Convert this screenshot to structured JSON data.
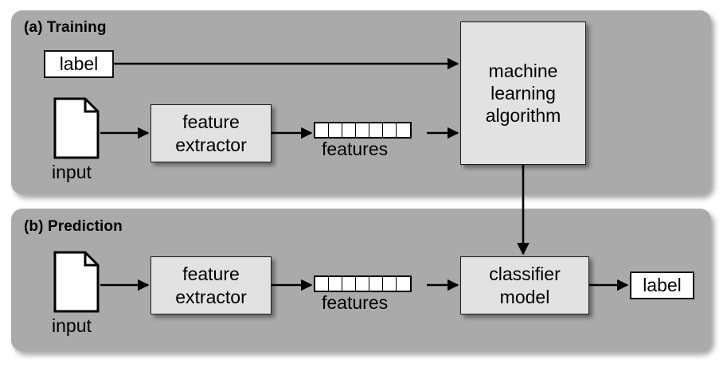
{
  "figure": {
    "type": "flow-diagram",
    "background_color": "#ffffff",
    "panel_color": "#aaaaaa",
    "box_color": "#e2e2e2",
    "chip_color": "#ffffff",
    "line_color": "#000000"
  },
  "panels": [
    {
      "id": "training",
      "title": "(a) Training",
      "nodes": {
        "label_chip": "label",
        "input_caption": "input",
        "feature_extractor": [
          "feature",
          "extractor"
        ],
        "features_caption": "features",
        "algorithm": [
          "machine",
          "learning",
          "algorithm"
        ]
      },
      "feature_vector": {
        "cells": 7,
        "values": [
          "",
          "",
          "",
          "",
          "",
          "",
          ""
        ]
      },
      "edges": [
        {
          "from": "label",
          "to": "machine learning algorithm"
        },
        {
          "from": "input",
          "to": "feature extractor"
        },
        {
          "from": "feature extractor",
          "to": "features"
        },
        {
          "from": "features",
          "to": "machine learning algorithm"
        }
      ]
    },
    {
      "id": "prediction",
      "title": "(b) Prediction",
      "nodes": {
        "input_caption": "input",
        "feature_extractor": [
          "feature",
          "extractor"
        ],
        "features_caption": "features",
        "classifier": [
          "classifier",
          "model"
        ],
        "label_chip": "label"
      },
      "feature_vector": {
        "cells": 7,
        "values": [
          "",
          "",
          "",
          "",
          "",
          "",
          ""
        ]
      },
      "edges": [
        {
          "from": "input",
          "to": "feature extractor"
        },
        {
          "from": "feature extractor",
          "to": "features"
        },
        {
          "from": "features",
          "to": "classifier model"
        },
        {
          "from": "classifier model",
          "to": "label"
        }
      ]
    }
  ],
  "cross_panel_edge": {
    "from": "machine learning algorithm",
    "to": "classifier model",
    "direction": "down"
  }
}
